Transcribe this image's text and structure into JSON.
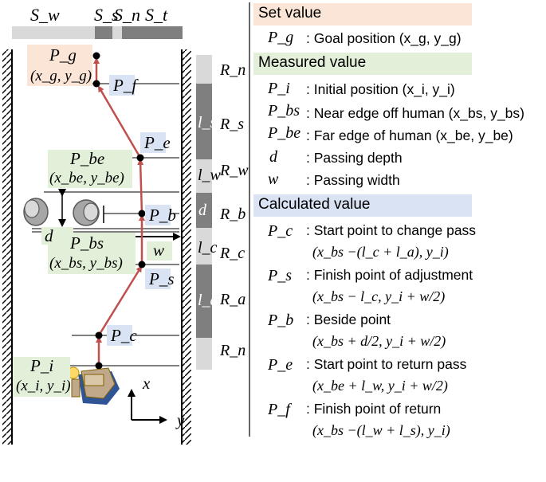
{
  "corridor": {
    "segment_labels": [
      "S_w",
      "S_s",
      "S_n",
      "S_t"
    ],
    "region_labels": [
      "R_n",
      "R_s",
      "R_w",
      "R_b",
      "R_c",
      "R_a",
      "R_n"
    ],
    "length_labels": [
      "l_s",
      "l_w",
      "d",
      "l_c",
      "l_a"
    ],
    "axis_x": "x",
    "axis_y": "y",
    "point_labels": {
      "Pg": "P_g",
      "Pf": "P_f",
      "Pe": "P_e",
      "Pbe": "P_be",
      "Pb": "P_b",
      "Pbs": "P_bs",
      "Ps": "P_s",
      "Pc": "P_c",
      "Pi": "P_i"
    },
    "coord_labels": {
      "g": "(x_g, y_g)",
      "be": "(x_be, y_be)",
      "bs": "(x_bs, y_bs)",
      "i": "(x_i, y_i)"
    },
    "d_label": "d",
    "w_label": "w"
  },
  "legend": {
    "set_value": {
      "title": "Set value",
      "color": "#fbe5d6",
      "items": [
        {
          "symbol": "P_g",
          "text": ": Goal position (x_g, y_g)"
        }
      ]
    },
    "measured_value": {
      "title": "Measured value",
      "color": "#e2efd9",
      "items": [
        {
          "symbol": "P_i",
          "text": ": Initial position (x_i, y_i)"
        },
        {
          "symbol": "P_bs",
          "text": ": Near edge off human (x_bs, y_bs)"
        },
        {
          "symbol": "P_be",
          "text": ": Far edge of human (x_be, y_be)"
        },
        {
          "symbol": "d",
          "text": ": Passing depth"
        },
        {
          "symbol": "w",
          "text": ": Passing width"
        }
      ]
    },
    "calculated_value": {
      "title": "Calculated value",
      "color": "#dae3f3",
      "items": [
        {
          "symbol": "P_c",
          "text": ": Start point to change pass",
          "formula": "(x_bs −(l_c + l_a), y_i)"
        },
        {
          "symbol": "P_s",
          "text": ": Finish point of adjustment",
          "formula": "(x_bs − l_c, y_i + w/2)"
        },
        {
          "symbol": "P_b",
          "text": ": Beside point",
          "formula": "(x_bs + d/2, y_i + w/2)"
        },
        {
          "symbol": "P_e",
          "text": ": Start point to return pass",
          "formula": "(x_be + l_w, y_i + w/2)"
        },
        {
          "symbol": "P_f",
          "text": ": Finish point of return",
          "formula": "(x_bs −(l_w + l_s), y_i)"
        }
      ]
    }
  },
  "colors": {
    "path": "#c0504d",
    "bar_dark": "#7f7f7f",
    "bar_light": "#d9d9d9",
    "orange_bg": "#fbe5d6",
    "green_bg": "#e2efd9",
    "blue_bg": "#dae3f3",
    "robot_accent": "#2f5597",
    "robot_body": "#bfa98a"
  }
}
